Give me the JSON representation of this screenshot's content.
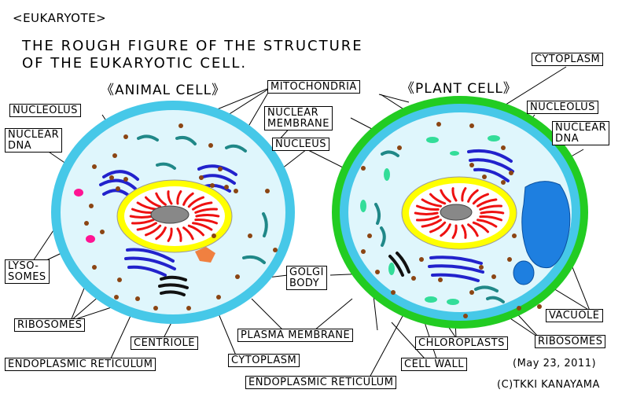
{
  "header": {
    "tag": "<EUKARYOTE>",
    "title_line1": "THE ROUGH FIGURE OF THE STRUCTURE",
    "title_line2": "OF THE EUKARYOTIC CELL.",
    "animal_heading": "《ANIMAL CELL》",
    "plant_heading": "《PLANT CELL》"
  },
  "labels": {
    "mitochondria": "MITOCHONDRIA",
    "nuclear_membrane": "NUCLEAR\nMEMBRANE",
    "nucleus": "NUCLEUS",
    "nucleolus_animal": "NUCLEOLUS",
    "nuclear_dna_animal": "NUCLEAR\nDNA",
    "lysosomes": "LYSO-\nSOMES",
    "ribosomes_animal": "RIBOSOMES",
    "centriole": "CENTRIOLE",
    "er_animal": "ENDOPLASMIC RETICULUM",
    "cytoplasm_animal": "CYTOPLASM",
    "golgi_body": "GOLGI\nBODY",
    "plasma_membrane": "PLASMA MEMBRANE",
    "cytoplasm_plant": "CYTOPLASM",
    "nucleolus_plant": "NUCLEOLUS",
    "nuclear_dna_plant": "NUCLEAR\nDNA",
    "vacuole": "VACUOLE",
    "ribosomes_plant": "RIBOSOMES",
    "chloroplasts": "CHLOROPLASTS",
    "cell_wall": "CELL WALL",
    "er_plant": "ENDOPLASMIC RETICULUM"
  },
  "footer": {
    "date": "(May 23, 2011)",
    "credit": "(C)TKKI KANAYAMA"
  },
  "colors": {
    "cell_outline": "#46c8e8",
    "cytoplasm": "#dff6fc",
    "cell_wall": "#22cc22",
    "nuclear_membrane": "#ffff00",
    "nucleus_fill": "#ffffff",
    "dna": "#ee1111",
    "nucleolus": "#888888",
    "er": "#2222cc",
    "mitochondria": "#208888",
    "chloroplast": "#33dd99",
    "vacuole": "#1e7fe0",
    "ribosome": "#8b4513",
    "lysosome": "#ff1493",
    "centriole": "#f08040",
    "golgi": "#111111"
  }
}
